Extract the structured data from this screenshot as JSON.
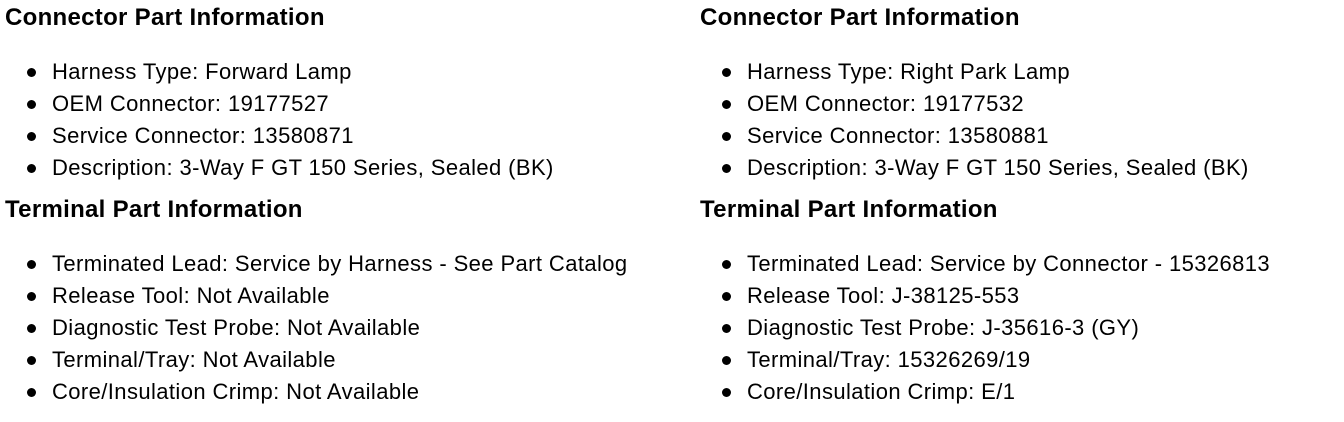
{
  "colors": {
    "background": "#ffffff",
    "text": "#000000",
    "bullet": "#000000"
  },
  "columns": [
    {
      "sections": [
        {
          "heading": "Connector Part Information",
          "items": [
            "Harness Type: Forward Lamp",
            "OEM Connector: 19177527",
            "Service Connector: 13580871",
            "Description: 3-Way F GT 150 Series, Sealed (BK)"
          ]
        },
        {
          "heading": "Terminal Part Information",
          "items": [
            "Terminated Lead: Service by Harness - See Part Catalog",
            "Release Tool: Not Available",
            "Diagnostic Test Probe: Not Available",
            "Terminal/Tray: Not Available",
            "Core/Insulation Crimp: Not Available"
          ]
        }
      ]
    },
    {
      "sections": [
        {
          "heading": "Connector Part Information",
          "items": [
            "Harness Type: Right Park Lamp",
            "OEM Connector: 19177532",
            "Service Connector: 13580881",
            "Description: 3-Way F GT 150 Series, Sealed (BK)"
          ]
        },
        {
          "heading": "Terminal Part Information",
          "items": [
            "Terminated Lead: Service by Connector - 15326813",
            "Release Tool: J-38125-553",
            "Diagnostic Test Probe: J-35616-3 (GY)",
            "Terminal/Tray: 15326269/19",
            "Core/Insulation Crimp: E/1"
          ]
        }
      ]
    }
  ]
}
